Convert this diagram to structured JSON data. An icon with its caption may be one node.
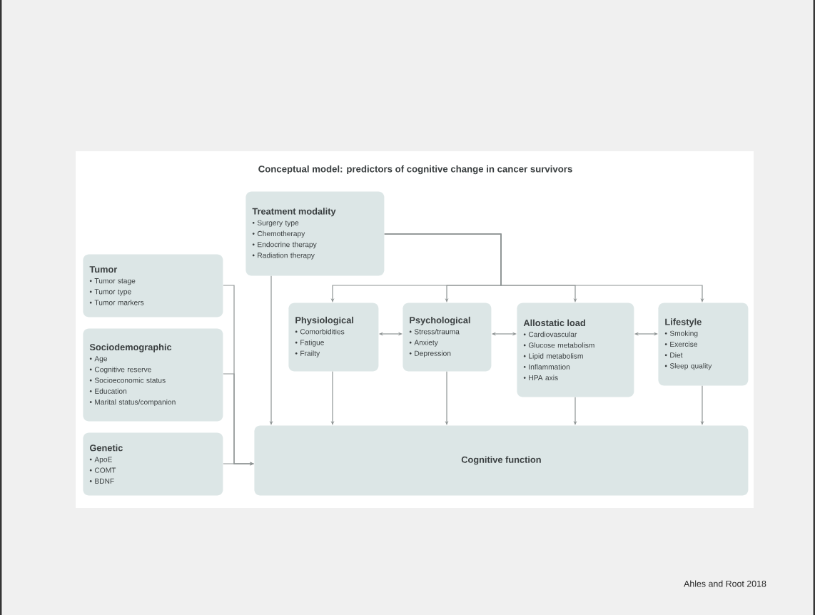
{
  "diagram": {
    "title": "Conceptual model: predictors of cognitive change in cancer survivors",
    "caption": "Ahles and Root 2018",
    "nodes": [
      {
        "text": [
          "Treatment modality",
          "• Surgery type",
          "• Chemotherapy",
          "• Endocrine therapy",
          "• Radiation therapy"
        ]
      },
      {
        "text": [
          "Tumor",
          "• Tumor stage",
          "• Tumor type",
          "• Tumor markers"
        ]
      },
      {
        "text": [
          "Sociodemographic",
          "• Age",
          "• Cognitive reserve",
          "• Socioeconomic status",
          "• Education",
          "• Marital status/companion"
        ]
      },
      {
        "text": [
          "Genetic",
          "• ApoE",
          "• COMT",
          "• BDNF"
        ]
      },
      {
        "text": [
          "Physiological",
          "• Comorbidities",
          "• Fatigue",
          "• Frailty"
        ]
      },
      {
        "text": [
          "Psychological",
          "• Stress/trauma",
          "• Anxiety",
          "• Depression"
        ]
      },
      {
        "text": [
          "Allostatic load",
          "• Cardiovascular",
          "• Glucose metabolism",
          "• Lipid metabolism",
          "• Inflammation",
          "• HPA axis"
        ]
      },
      {
        "text": [
          "Lifestyle",
          "• Smoking",
          "• Exercise",
          "• Diet",
          "• Sleep quality"
        ]
      },
      {
        "text": [
          "Cognitive function"
        ]
      }
    ],
    "edges": [
      {
        "from": 0,
        "to": 8,
        "arrow": "to"
      },
      {
        "from": 0,
        "to": 4,
        "arrow": "to"
      },
      {
        "from": 0,
        "to": 5,
        "arrow": "to"
      },
      {
        "from": 0,
        "to": 6,
        "arrow": "to"
      },
      {
        "from": 0,
        "to": 7,
        "arrow": "to"
      },
      {
        "from": 1,
        "to": 8,
        "arrow": "to"
      },
      {
        "from": 2,
        "to": 8,
        "arrow": "to"
      },
      {
        "from": 3,
        "to": 8,
        "arrow": "to"
      },
      {
        "from": 4,
        "to": 5,
        "arrow": "both"
      },
      {
        "from": 5,
        "to": 6,
        "arrow": "both"
      },
      {
        "from": 6,
        "to": 7,
        "arrow": "both"
      },
      {
        "from": 4,
        "to": 8,
        "arrow": "to"
      },
      {
        "from": 5,
        "to": 8,
        "arrow": "to"
      },
      {
        "from": 6,
        "to": 8,
        "arrow": "to"
      },
      {
        "from": 7,
        "to": 8,
        "arrow": "to"
      }
    ]
  }
}
